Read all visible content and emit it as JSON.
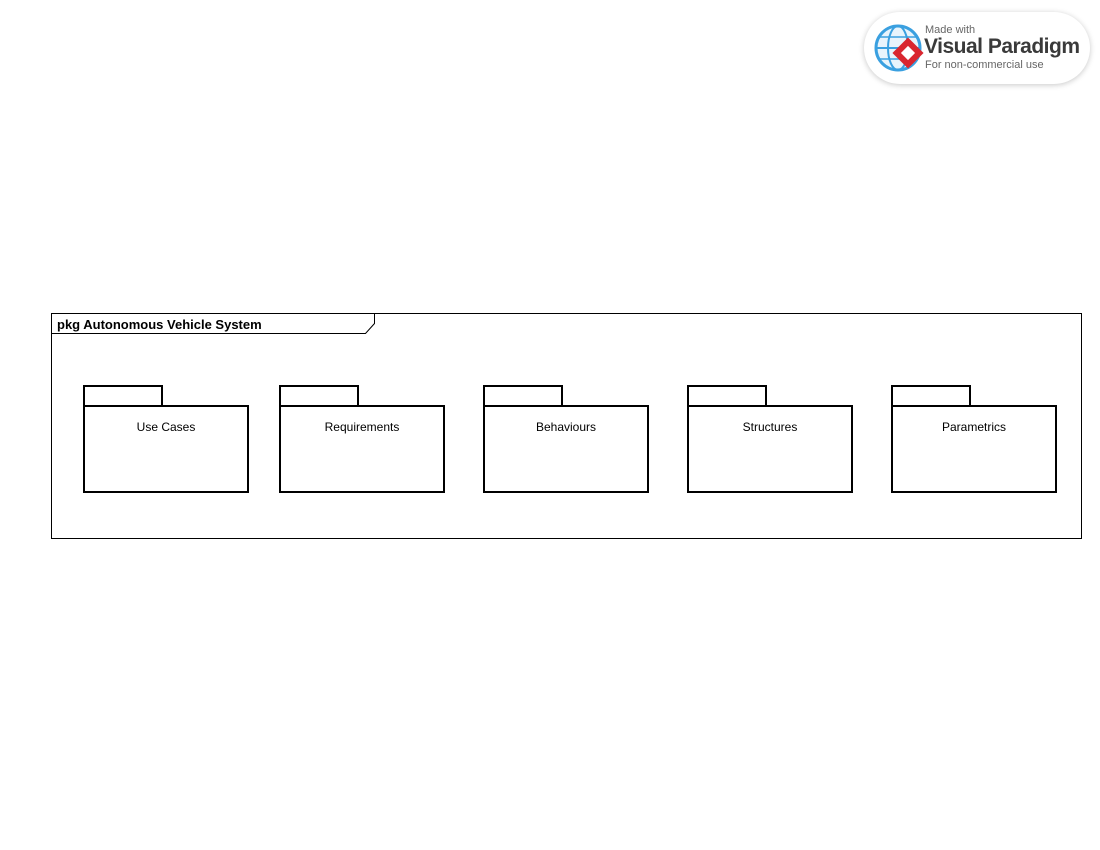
{
  "watermark": {
    "made_with": "Made with",
    "brand": "Visual Paradigm",
    "subtitle": "For non-commercial use"
  },
  "diagram": {
    "frame_title": "pkg Autonomous Vehicle System",
    "packages": [
      {
        "label": "Use Cases"
      },
      {
        "label": "Requirements"
      },
      {
        "label": "Behaviours"
      },
      {
        "label": "Structures"
      },
      {
        "label": "Parametrics"
      }
    ]
  },
  "colors": {
    "line": "#000000",
    "background": "#ffffff",
    "logo_blue": "#3aa0e0",
    "logo_red": "#d9262f"
  }
}
